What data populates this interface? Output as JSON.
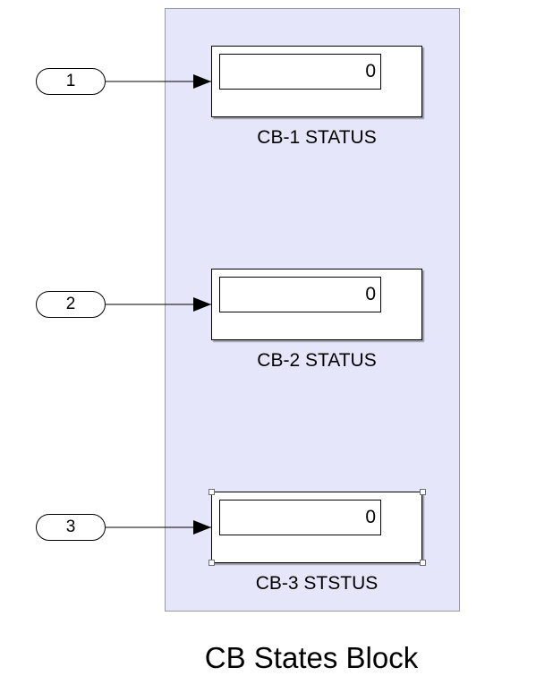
{
  "subsystem": {
    "name": "CB States Block"
  },
  "inports": [
    {
      "number": "1"
    },
    {
      "number": "2"
    },
    {
      "number": "3"
    }
  ],
  "displays": [
    {
      "value": "0",
      "label": "CB-1 STATUS",
      "selected": false
    },
    {
      "value": "0",
      "label": "CB-2 STATUS",
      "selected": false
    },
    {
      "value": "0",
      "label": "CB-3 STSTUS",
      "selected": true
    }
  ],
  "colors": {
    "subsystem_area": "#e6e6fa",
    "line": "#000000"
  }
}
